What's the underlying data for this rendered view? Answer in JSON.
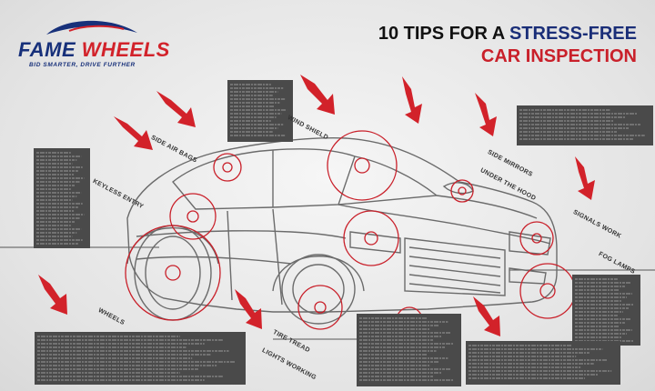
{
  "brand": {
    "name_part1": "FAME ",
    "name_part2": "WHEELS",
    "tagline": "BID SMARTER, DRIVE FURTHER"
  },
  "title": {
    "line1_part1": "10 TIPS FOR A ",
    "line1_part2": "STRESS-FREE",
    "line2": "CAR INSPECTION"
  },
  "labels": {
    "wind_shield": "WIND SHIELD",
    "side_air_bags": "SIDE AIR BAGS",
    "keyless_entry": "KEYLESS ENTRY",
    "side_mirrors": "SIDE MIRRORS",
    "under_the_hood": "UNDER THE HOOD",
    "signals_work": "SIGNALS WORK",
    "fog_lamps": "FOG LAMPS",
    "wheels": "WHEELS",
    "tire_tread": "TIRE TREAD",
    "lights_working": "LIGHTS WORKING"
  },
  "colors": {
    "brand_blue": "#17307a",
    "brand_red": "#d2222a",
    "panel": "#4a4a4a"
  }
}
